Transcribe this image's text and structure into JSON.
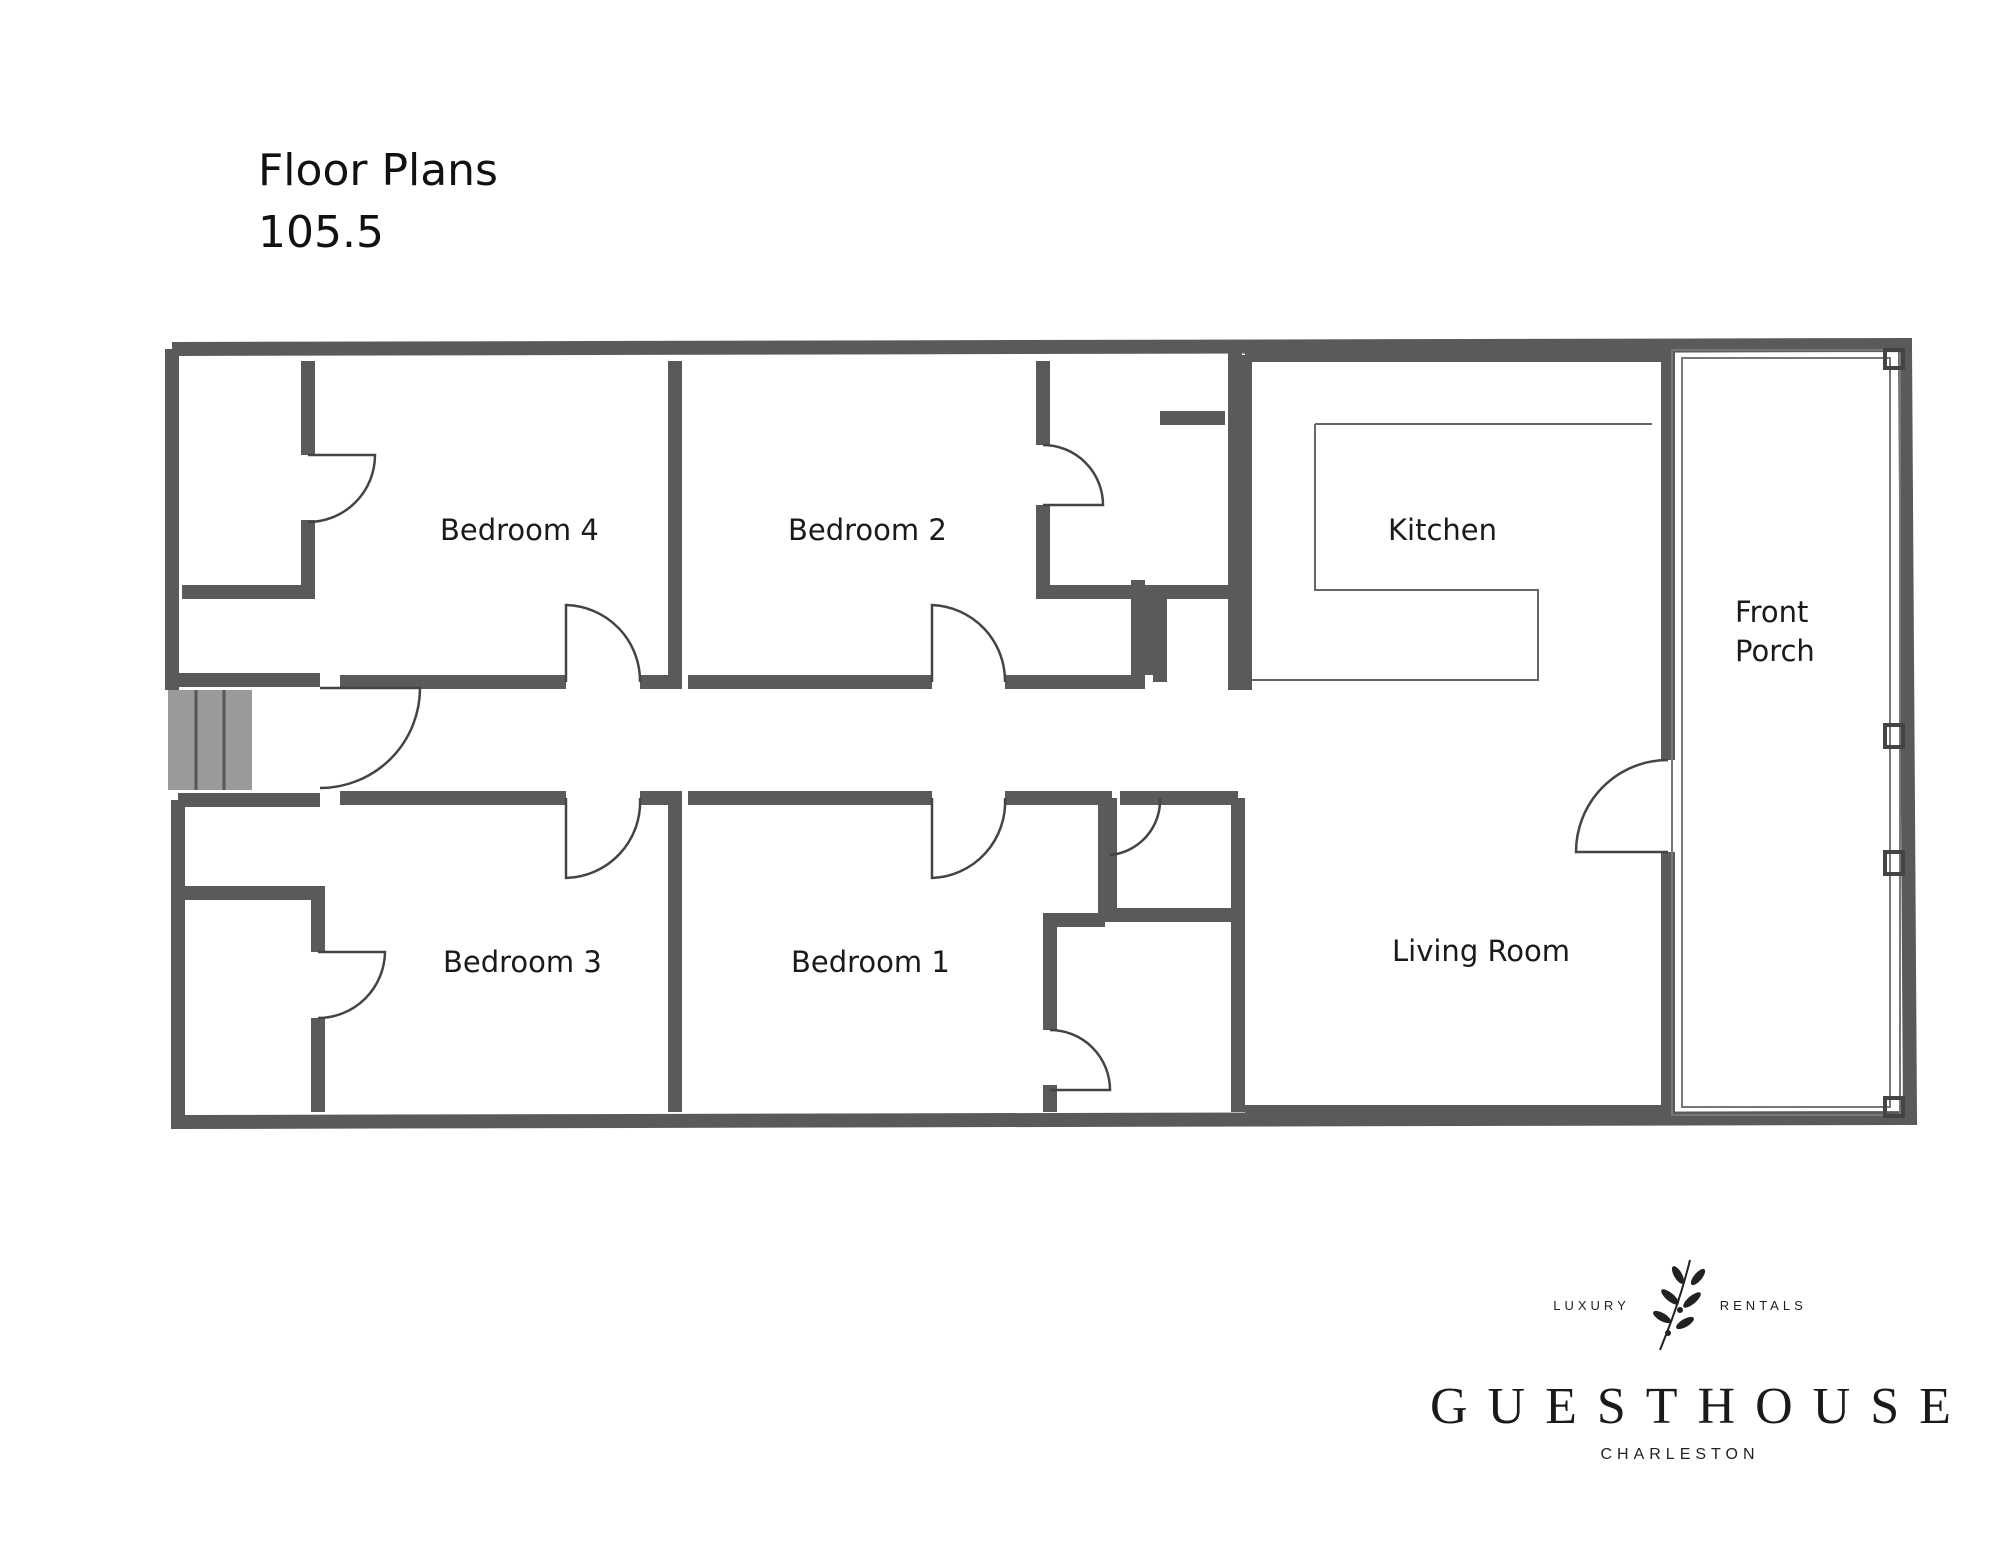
{
  "header": {
    "title": "Floor Plans",
    "subtitle": "105.5"
  },
  "rooms": {
    "bedroom4": "Bedroom 4",
    "bedroom2": "Bedroom 2",
    "kitchen": "Kitchen",
    "front_porch_line1": "Front",
    "front_porch_line2": "Porch",
    "bedroom3": "Bedroom 3",
    "bedroom1": "Bedroom 1",
    "living_room": "Living Room"
  },
  "logo": {
    "tag_left": "LUXURY",
    "tag_right": "RENTALS",
    "brand": "GUESTHOUSE",
    "city": "CHARLESTON",
    "icon": "olive-branch-icon"
  },
  "colors": {
    "wall": "#5a5a5a",
    "stairs": "#9a9a9a",
    "text": "#1a1a1a"
  }
}
